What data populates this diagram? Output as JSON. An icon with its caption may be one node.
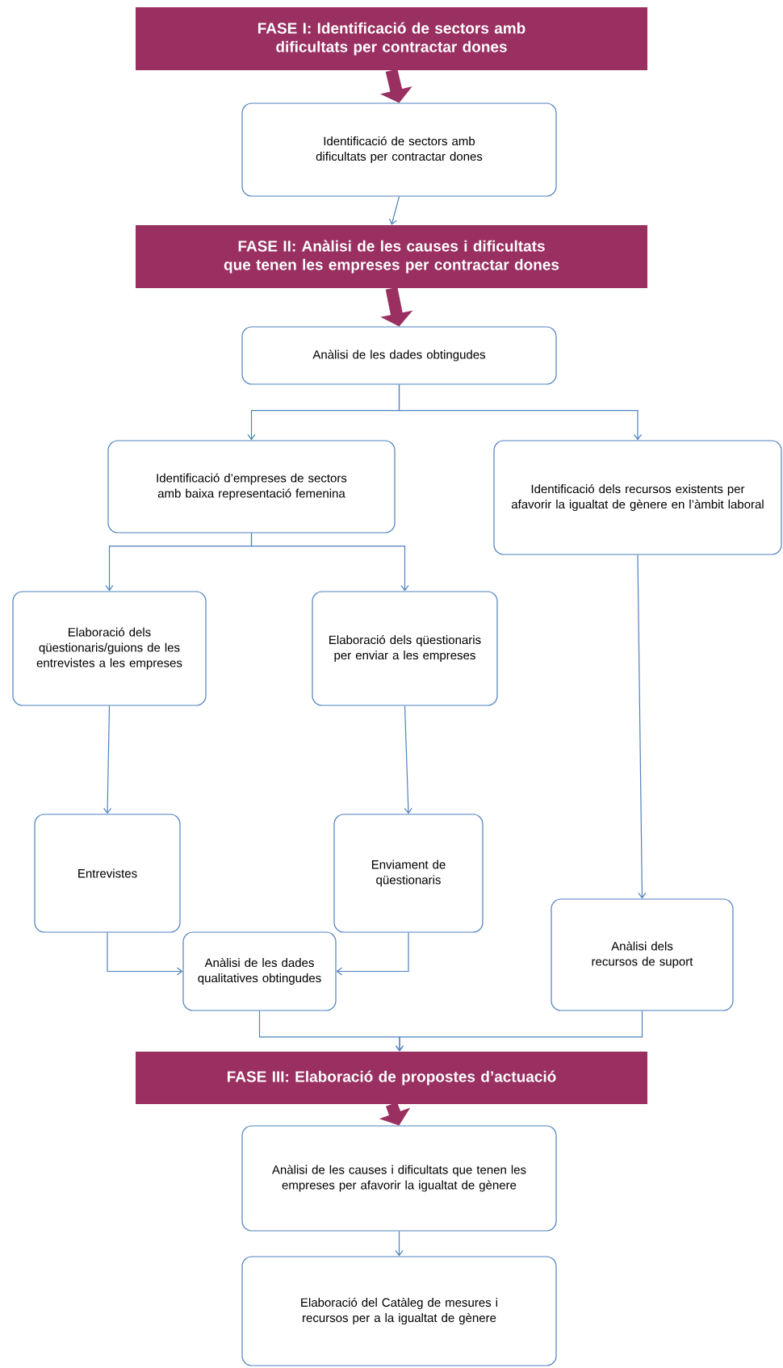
{
  "diagram": {
    "nodes": [
      {
        "text": [
          "FASE I: Identificació de sectors amb dificultats per contractar dones"
        ]
      },
      {
        "text": [
          "Identificació de sectors amb dificultats per contractar dones"
        ]
      },
      {
        "text": [
          "FASE II: Anàlisi de les causes i dificultats que tenen les empreses per contractar dones"
        ]
      },
      {
        "text": [
          "Anàlisi de les dades obtingudes"
        ]
      },
      {
        "text": [
          "Identificació d’empreses de sectors amb baixa representació femenina"
        ]
      },
      {
        "text": [
          "Identificació dels recursos existents per afavorir la igualtat de gènere en l’àmbit laboral"
        ]
      },
      {
        "text": [
          "Elaboració dels qüestionaris/guions de les entrevistes a les empreses"
        ]
      },
      {
        "text": [
          "Elaboració dels qüestionaris per enviar a les empreses"
        ]
      },
      {
        "text": [
          "Entrevistes"
        ]
      },
      {
        "text": [
          "Enviament de qüestionaris"
        ]
      },
      {
        "text": [
          "Anàlisi de les dades qualitatives obtingudes"
        ]
      },
      {
        "text": [
          "Anàlisi dels recursos de suport"
        ]
      },
      {
        "text": [
          "FASE III: Elaboració de propostes d’actuació"
        ]
      },
      {
        "text": [
          "Anàlisi de les causes i dificultats que tenen les empreses per afavorir la igualtat de gènere"
        ]
      },
      {
        "text": [
          "Elaboració del Catàleg de mesures i recursos per a la igualtat de gènere"
        ]
      }
    ],
    "edges": [
      {
        "from": 0,
        "to": 1,
        "arrow": "to",
        "style": "thick",
        "color": "#993061"
      },
      {
        "from": 1,
        "to": 2,
        "arrow": "to"
      },
      {
        "from": 2,
        "to": 3,
        "arrow": "to",
        "style": "thick",
        "color": "#993061"
      },
      {
        "from": 3,
        "to": 4,
        "arrow": "to"
      },
      {
        "from": 3,
        "to": 5,
        "arrow": "to"
      },
      {
        "from": 4,
        "to": 6,
        "arrow": "to"
      },
      {
        "from": 4,
        "to": 7,
        "arrow": "to"
      },
      {
        "from": 6,
        "to": 8,
        "arrow": "to"
      },
      {
        "from": 7,
        "to": 9,
        "arrow": "to"
      },
      {
        "from": 5,
        "to": 11,
        "arrow": "to"
      },
      {
        "from": 8,
        "to": 10,
        "arrow": "to"
      },
      {
        "from": 9,
        "to": 10,
        "arrow": "to"
      },
      {
        "from": 10,
        "to": 12,
        "arrow": "to"
      },
      {
        "from": 11,
        "to": 12,
        "arrow": "to"
      },
      {
        "from": 12,
        "to": 13,
        "arrow": "to",
        "style": "thick",
        "color": "#993061"
      },
      {
        "from": 13,
        "to": 14,
        "arrow": "to"
      }
    ]
  }
}
